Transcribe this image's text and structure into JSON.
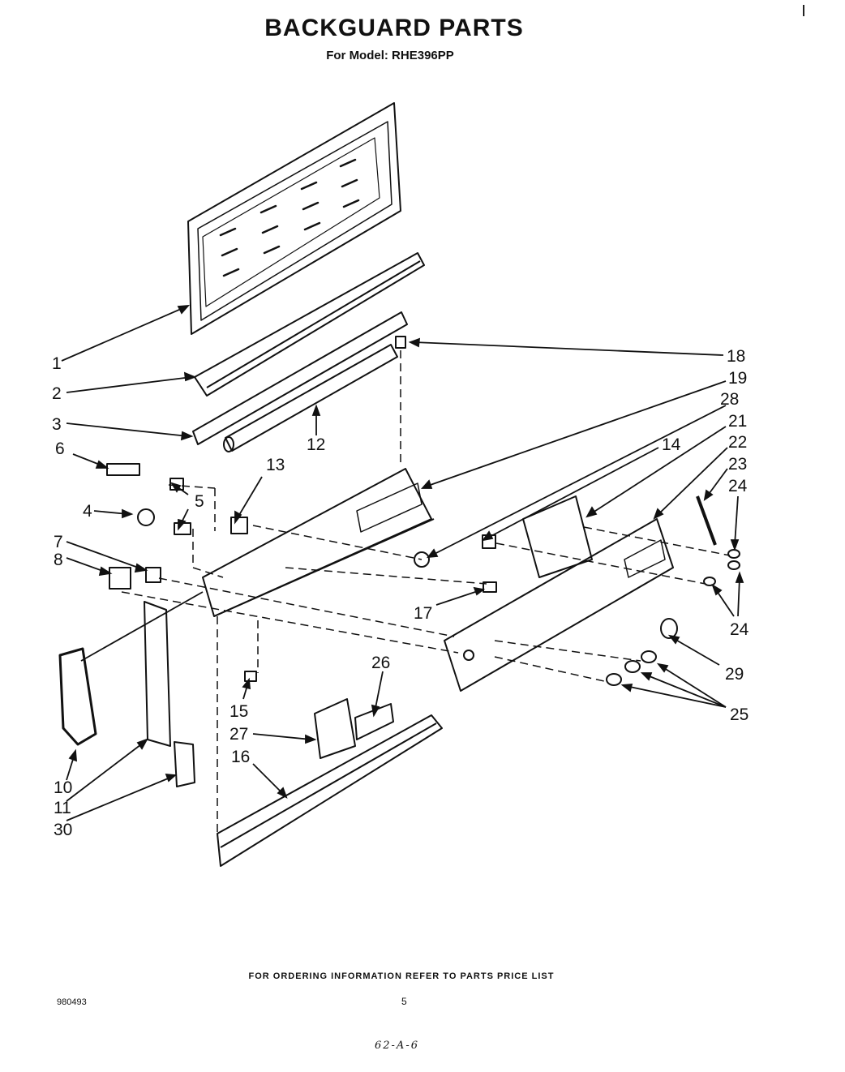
{
  "header": {
    "title": "BACKGUARD PARTS",
    "subtitle": "For Model: RHE396PP"
  },
  "footer": {
    "note": "FOR ORDERING INFORMATION REFER TO PARTS PRICE LIST",
    "doc_number": "980493",
    "page_number": "5",
    "handwritten": "62-A-6"
  },
  "callouts": [
    "1",
    "2",
    "3",
    "4",
    "5",
    "6",
    "7",
    "8",
    "10",
    "11",
    "12",
    "13",
    "14",
    "15",
    "16",
    "17",
    "18",
    "19",
    "21",
    "22",
    "23",
    "24",
    "25",
    "26",
    "27",
    "28",
    "29",
    "30"
  ]
}
